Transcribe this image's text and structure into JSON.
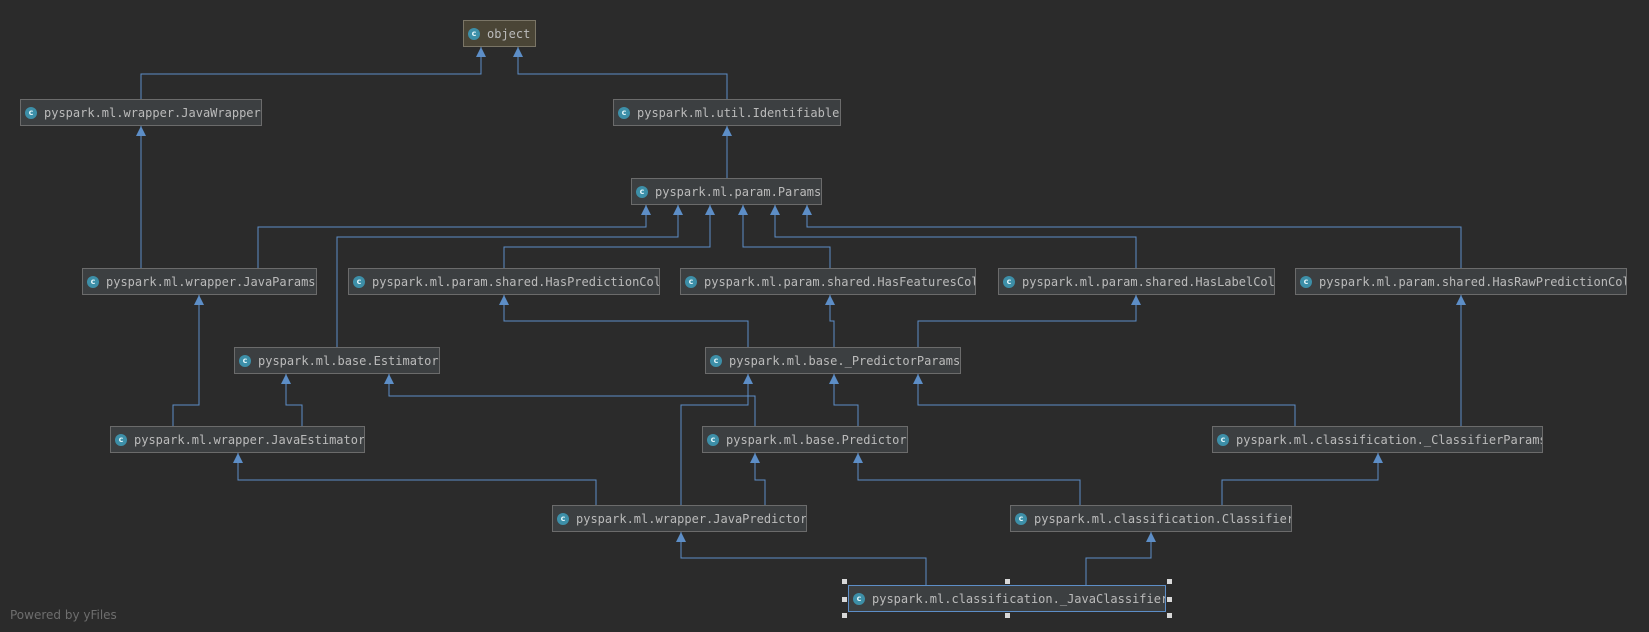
{
  "diagram": {
    "icon_letter": "c",
    "colors": {
      "background": "#2b2b2b",
      "edge": "#5d8ec7",
      "node_fill": "#3c3f41",
      "node_text": "#bbbbbb",
      "icon": "#3d8fa8"
    },
    "nodes": [
      {
        "id": "object",
        "label": "object"
      },
      {
        "id": "java_wrapper",
        "label": "pyspark.ml.wrapper.JavaWrapper"
      },
      {
        "id": "identifiable",
        "label": "pyspark.ml.util.Identifiable"
      },
      {
        "id": "params",
        "label": "pyspark.ml.param.Params"
      },
      {
        "id": "java_params",
        "label": "pyspark.ml.wrapper.JavaParams"
      },
      {
        "id": "has_prediction_col",
        "label": "pyspark.ml.param.shared.HasPredictionCol"
      },
      {
        "id": "has_features_col",
        "label": "pyspark.ml.param.shared.HasFeaturesCol"
      },
      {
        "id": "has_label_col",
        "label": "pyspark.ml.param.shared.HasLabelCol"
      },
      {
        "id": "has_raw_prediction_col",
        "label": "pyspark.ml.param.shared.HasRawPredictionCol"
      },
      {
        "id": "estimator",
        "label": "pyspark.ml.base.Estimator"
      },
      {
        "id": "predictor_params",
        "label": "pyspark.ml.base._PredictorParams"
      },
      {
        "id": "java_estimator",
        "label": "pyspark.ml.wrapper.JavaEstimator"
      },
      {
        "id": "predictor",
        "label": "pyspark.ml.base.Predictor"
      },
      {
        "id": "classifier_params",
        "label": "pyspark.ml.classification._ClassifierParams"
      },
      {
        "id": "java_predictor",
        "label": "pyspark.ml.wrapper.JavaPredictor"
      },
      {
        "id": "classifier",
        "label": "pyspark.ml.classification.Classifier"
      },
      {
        "id": "java_classifier",
        "label": "pyspark.ml.classification._JavaClassifier",
        "selected": true
      }
    ],
    "edges": [
      {
        "from": "java_wrapper",
        "to": "object"
      },
      {
        "from": "identifiable",
        "to": "object"
      },
      {
        "from": "params",
        "to": "identifiable"
      },
      {
        "from": "java_params",
        "to": "java_wrapper"
      },
      {
        "from": "java_params",
        "to": "params"
      },
      {
        "from": "estimator",
        "to": "params"
      },
      {
        "from": "has_prediction_col",
        "to": "params"
      },
      {
        "from": "has_features_col",
        "to": "params"
      },
      {
        "from": "has_label_col",
        "to": "params"
      },
      {
        "from": "has_raw_prediction_col",
        "to": "params"
      },
      {
        "from": "predictor_params",
        "to": "has_prediction_col"
      },
      {
        "from": "predictor_params",
        "to": "has_features_col"
      },
      {
        "from": "predictor_params",
        "to": "has_label_col"
      },
      {
        "from": "java_estimator",
        "to": "java_params"
      },
      {
        "from": "java_estimator",
        "to": "estimator"
      },
      {
        "from": "predictor",
        "to": "estimator"
      },
      {
        "from": "predictor",
        "to": "predictor_params"
      },
      {
        "from": "classifier_params",
        "to": "predictor_params"
      },
      {
        "from": "classifier_params",
        "to": "has_raw_prediction_col"
      },
      {
        "from": "java_predictor",
        "to": "java_estimator"
      },
      {
        "from": "java_predictor",
        "to": "predictor_params"
      },
      {
        "from": "java_predictor",
        "to": "predictor"
      },
      {
        "from": "classifier",
        "to": "predictor"
      },
      {
        "from": "classifier",
        "to": "classifier_params"
      },
      {
        "from": "java_classifier",
        "to": "java_predictor"
      },
      {
        "from": "java_classifier",
        "to": "classifier"
      }
    ]
  },
  "watermark": "Powered by yFiles"
}
